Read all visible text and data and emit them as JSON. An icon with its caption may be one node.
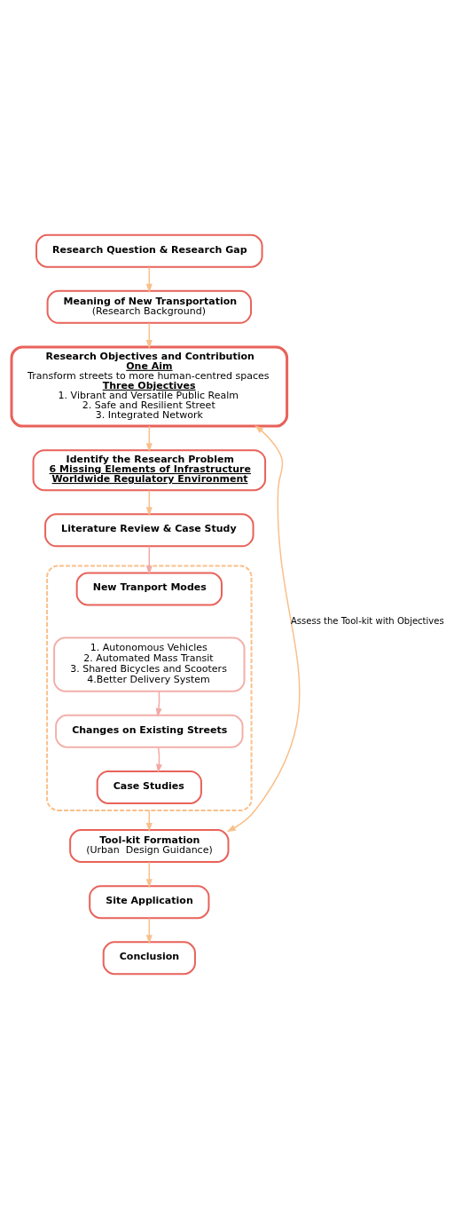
{
  "diagram": {
    "nodes": [
      {
        "text": [
          "Research Question & Research Gap"
        ]
      },
      {
        "text": [
          "Meaning of New Transportation",
          "(Research Background)"
        ]
      },
      {
        "text": [
          "Research Objectives and Contribution",
          "One Aim",
          "Transform streets to more human-centred spaces",
          "Three Objectives",
          "1. Vibrant and Versatile Public Realm",
          "2. Safe and Resilient Street",
          "3. Integrated Network"
        ]
      },
      {
        "text": [
          "Identify the Research Problem",
          "6 Missing Elements of Infrastructure",
          "Worldwide Regulatory Environment"
        ]
      },
      {
        "text": [],
        "shape": "box"
      },
      {
        "text": [
          "Literature Review & Case Study"
        ]
      },
      {
        "text": [
          "New Tranport Modes"
        ],
        "in": 4
      },
      {
        "text": [
          "1. Autonomous Vehicles",
          "2. Automated Mass Transit",
          "3. Shared Bicycles and Scooters",
          "4.Better Delivery System"
        ],
        "in": 4
      },
      {
        "text": [
          "Changes on Existing Streets"
        ],
        "in": 4
      },
      {
        "text": [
          "Case Studies"
        ],
        "in": 4
      },
      {
        "text": [
          "Tool-kit Formation",
          "(Urban  Design Guidance)"
        ]
      },
      {
        "text": [
          "Site Application"
        ]
      },
      {
        "text": [
          "Conclusion"
        ]
      }
    ],
    "edges": [
      {
        "from": 0,
        "to": 1,
        "arrow": "to"
      },
      {
        "from": 1,
        "to": 2,
        "arrow": "to"
      },
      {
        "from": 2,
        "to": 3,
        "arrow": "to"
      },
      {
        "from": 3,
        "to": 5,
        "arrow": "to"
      },
      {
        "from": 5,
        "to": 6,
        "arrow": "to",
        "color": "#f2a9a5"
      },
      {
        "from": 7,
        "to": 8,
        "arrow": "to",
        "color": "#f2a9a5"
      },
      {
        "from": 8,
        "to": 9,
        "arrow": "to",
        "color": "#f2a9a5"
      },
      {
        "from": 4,
        "to": 10,
        "arrow": "to"
      },
      {
        "from": 10,
        "to": 2,
        "arrow": "both",
        "label": "Assess the Tool-kit with Objectives"
      },
      {
        "from": 10,
        "to": 11,
        "arrow": "to"
      },
      {
        "from": 11,
        "to": 12,
        "arrow": "to"
      }
    ]
  }
}
